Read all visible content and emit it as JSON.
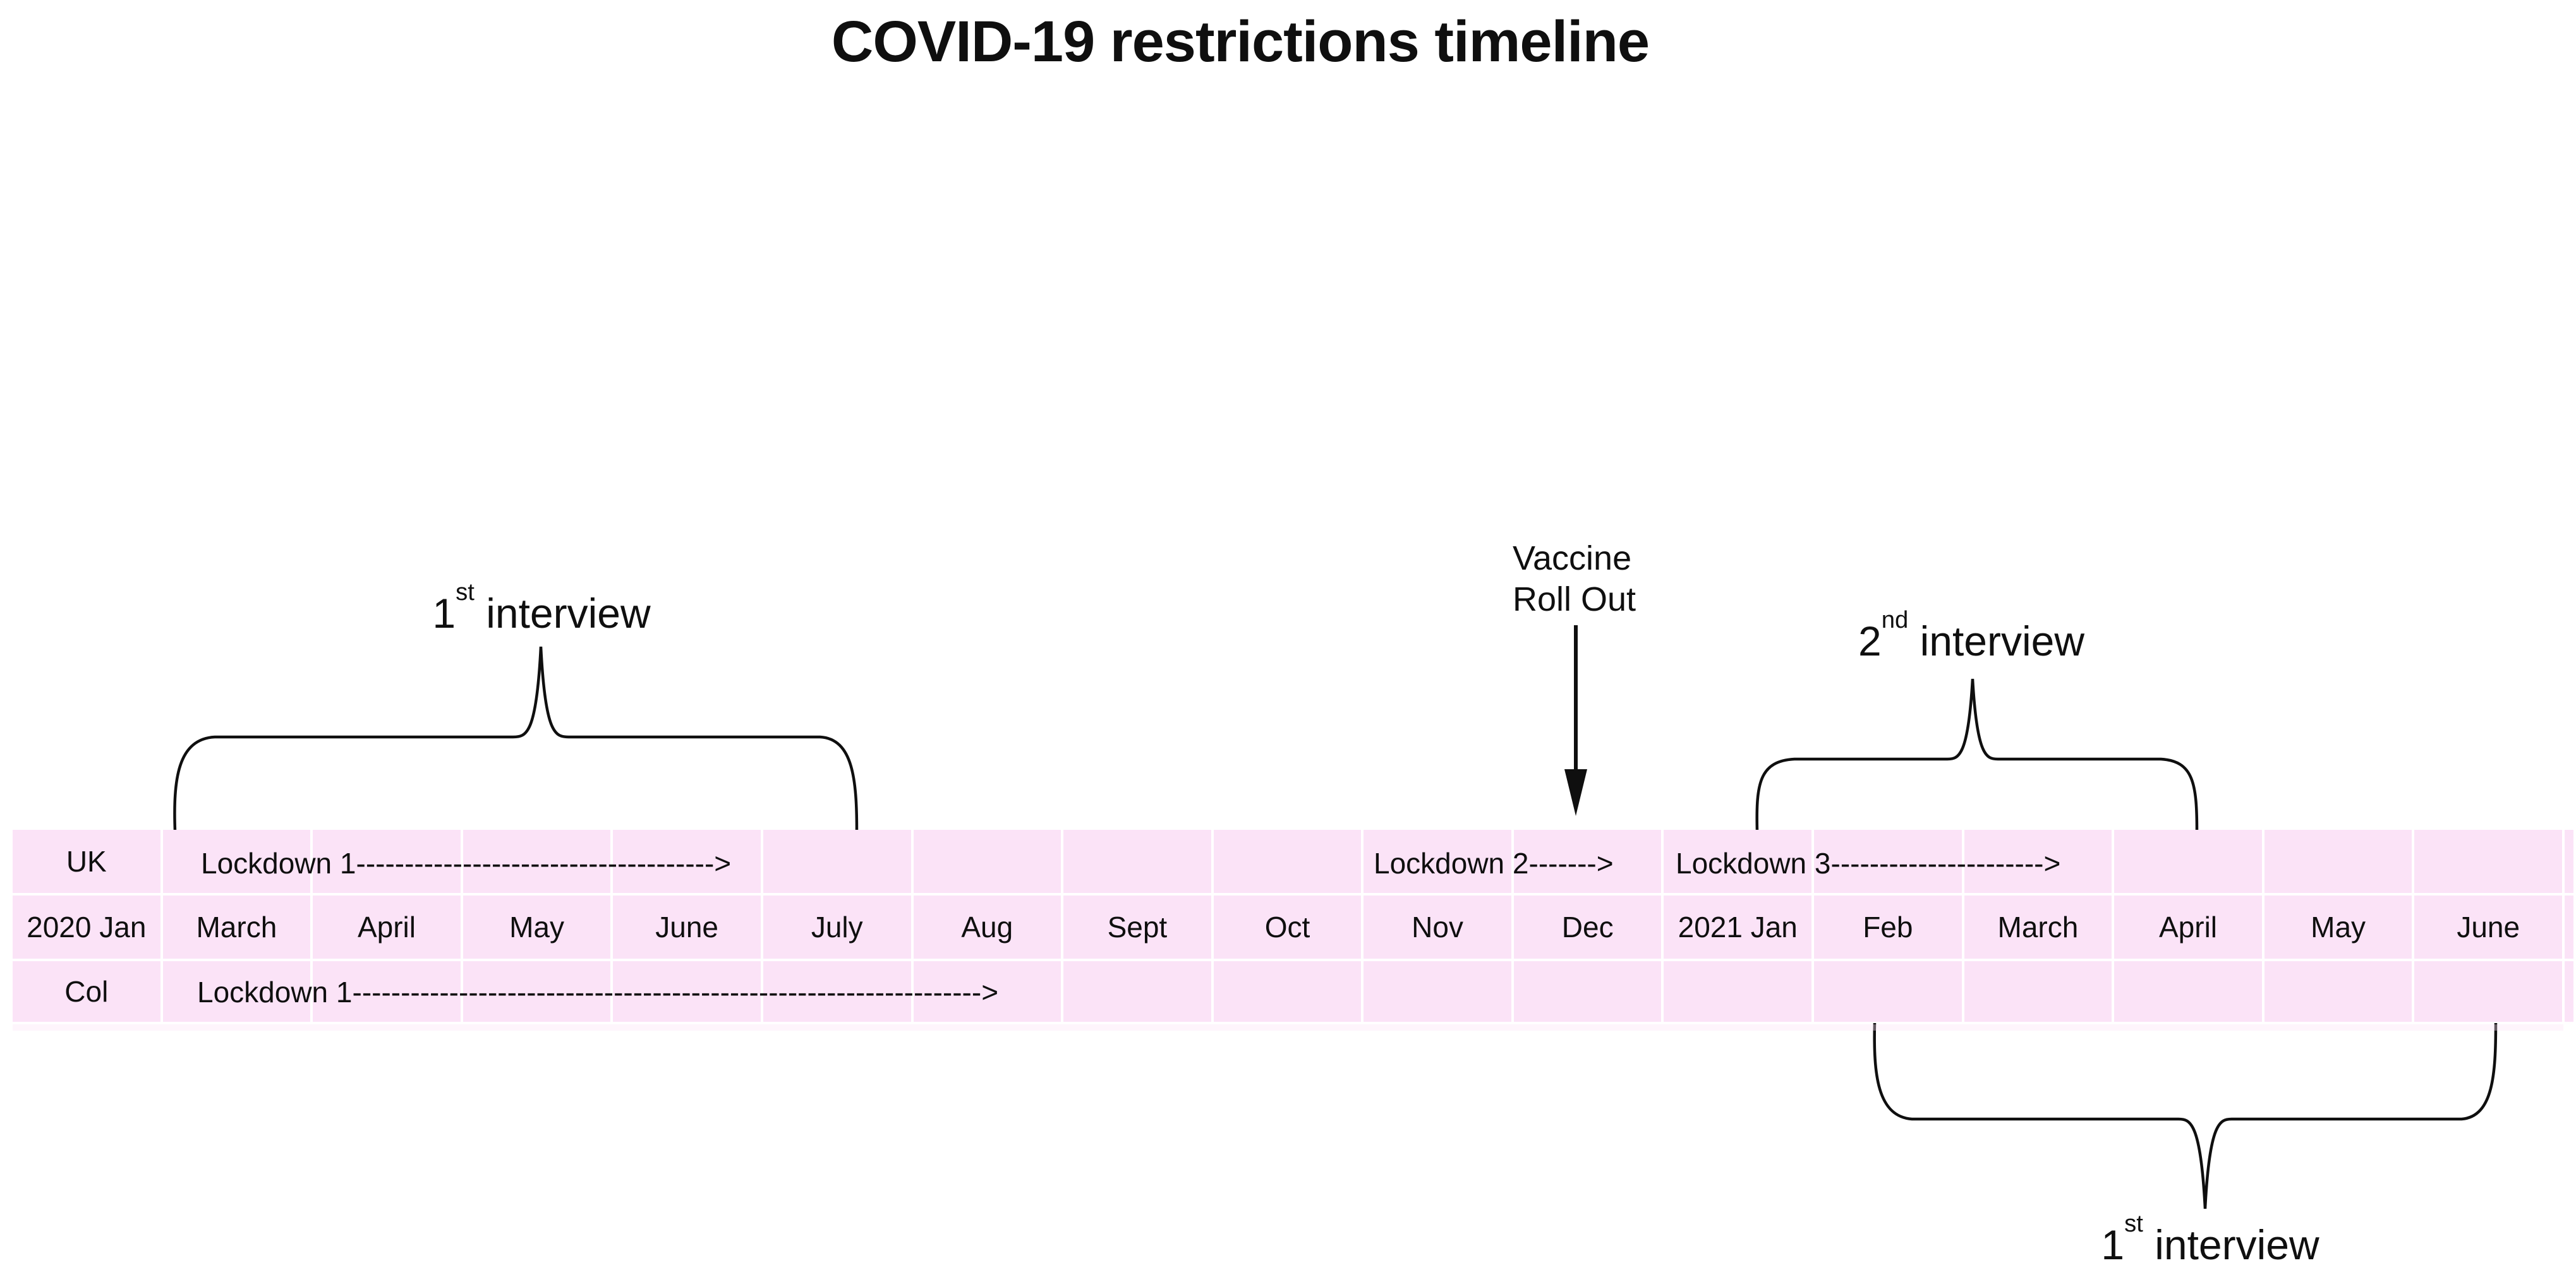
{
  "title": "COVID-19 restrictions timeline",
  "colors": {
    "cell_pink": "#fbe3f7",
    "ink": "#0f0f0f",
    "background": "#ffffff"
  },
  "timeline_table": {
    "uk_row_label": "UK",
    "col_row_label": "Col",
    "months": [
      "2020 Jan",
      "March",
      "April",
      "May",
      "June",
      "July",
      "Aug",
      "Sept",
      "Oct",
      "Nov",
      "Dec",
      "2021 Jan",
      "Feb",
      "March",
      "April",
      "May",
      "June"
    ],
    "lockdowns": {
      "uk_lockdown_1": "Lockdown 1------------------------------------->",
      "uk_lockdown_2": "Lockdown 2------->",
      "uk_lockdown_3": "Lockdown 3---------------------->",
      "col_lockdown_1": "Lockdown 1----------------------------------------------------------------->"
    }
  },
  "annotations": {
    "first_interview_top": {
      "number": "1",
      "suffix": "st",
      "text": " interview"
    },
    "vaccine_rollout": {
      "line1": "Vaccine",
      "line2": "Roll Out"
    },
    "second_interview": {
      "number": "2",
      "suffix": "nd",
      "text": " interview"
    },
    "first_interview_bottom": {
      "number": "1",
      "suffix": "st",
      "text": " interview"
    }
  }
}
